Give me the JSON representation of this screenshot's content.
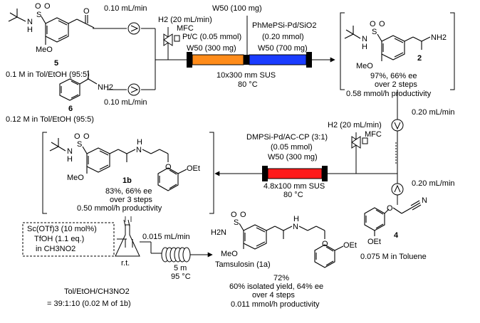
{
  "compound5": {
    "number": "5",
    "conc": "0.1 M in Tol/EtOH (95:5)",
    "atoms": {
      "n": "N",
      "h": "H",
      "s": "S",
      "o1": "O",
      "o2": "O",
      "o3": "O",
      "meo": "MeO"
    }
  },
  "compound6": {
    "number": "6",
    "conc": "0.12 M in Tol/EtOH (95:5)",
    "atoms": {
      "nh2": "NH2"
    }
  },
  "flows": {
    "pump5": "0.10 mL/min",
    "pump6": "0.10 mL/min",
    "h2_top": "H2 (20 mL/min)",
    "mfc_top": "MFC",
    "pump2_out": "0.20 mL/min",
    "h2_mid": "H2 (20 mL/min)",
    "mfc_mid": "MFC",
    "pump4": "0.20 mL/min",
    "pump_acid": "0.015 mL/min"
  },
  "reactor1": {
    "w50": "W50 (100 mg)",
    "cat1": "Pt/C (0.05 mmol)",
    "cat2": "PhMePSi-Pd/SiO2",
    "cat2_amount": "(0.20 mmol)",
    "bed1": "W50 (300 mg)",
    "bed2": "W50 (700 mg)",
    "size": "10x300 mm SUS",
    "temp": "80 °C"
  },
  "compound2": {
    "number": "2",
    "yield": "97%, 66% ee",
    "steps": "over 2 steps",
    "productivity": "0.58 mmol/h productivity",
    "atoms": {
      "n": "N",
      "h": "H",
      "s": "S",
      "o1": "O",
      "o2": "O",
      "nh2": "NH2",
      "meo": "MeO"
    }
  },
  "reactor2": {
    "cat": "DMPSi-Pd/AC-CP (3:1)",
    "amount": "(0.05 mmol)",
    "bed": "W50 (300 mg)",
    "size": "4.8x100 mm SUS",
    "temp": "80 °C"
  },
  "compound4": {
    "number": "4",
    "conc": "0.075 M in Toluene",
    "atoms": {
      "o": "O",
      "n": "N",
      "oet": "OEt"
    }
  },
  "compound1b": {
    "number": "1b",
    "yield": "83%, 66% ee",
    "steps": "over 3 steps",
    "productivity": "0.50 mmol/h productivity",
    "atoms": {
      "n": "N",
      "h": "H",
      "s": "S",
      "o1": "O",
      "o2": "O",
      "o3": "O",
      "nh": "N",
      "nh_h": "H",
      "meo": "MeO",
      "oet": "OEt"
    }
  },
  "acid": {
    "line1": "Sc(OTf)3 (10 mol%)",
    "line2": "TfOH (1.1 eq.)",
    "line3": "in CH3NO2",
    "rt": "r.t.",
    "solvent": "Tol/EtOH/CH3NO2",
    "ratio": "= 39:1:10 (0.02 M of 1b)"
  },
  "coil": {
    "length": "5 m",
    "temp": "95 °C"
  },
  "tamsulosin": {
    "name": "Tamsulosin (1a)",
    "yield": "72%",
    "isolated": "60% isolated yield, 64% ee",
    "steps": "over 4 steps",
    "productivity": "0.011 mmol/h productivity",
    "atoms": {
      "h2n": "H2N",
      "s": "S",
      "o1": "O",
      "o2": "O",
      "nh": "N",
      "nh_h": "H",
      "o3": "O",
      "meo": "MeO",
      "oet": "OEt"
    }
  },
  "colors": {
    "orange_bed": "#ff8c1a",
    "blue_bed": "#1a3cff",
    "red_bed": "#ff1a1a",
    "lines": "#000000",
    "separator": "#333333"
  }
}
